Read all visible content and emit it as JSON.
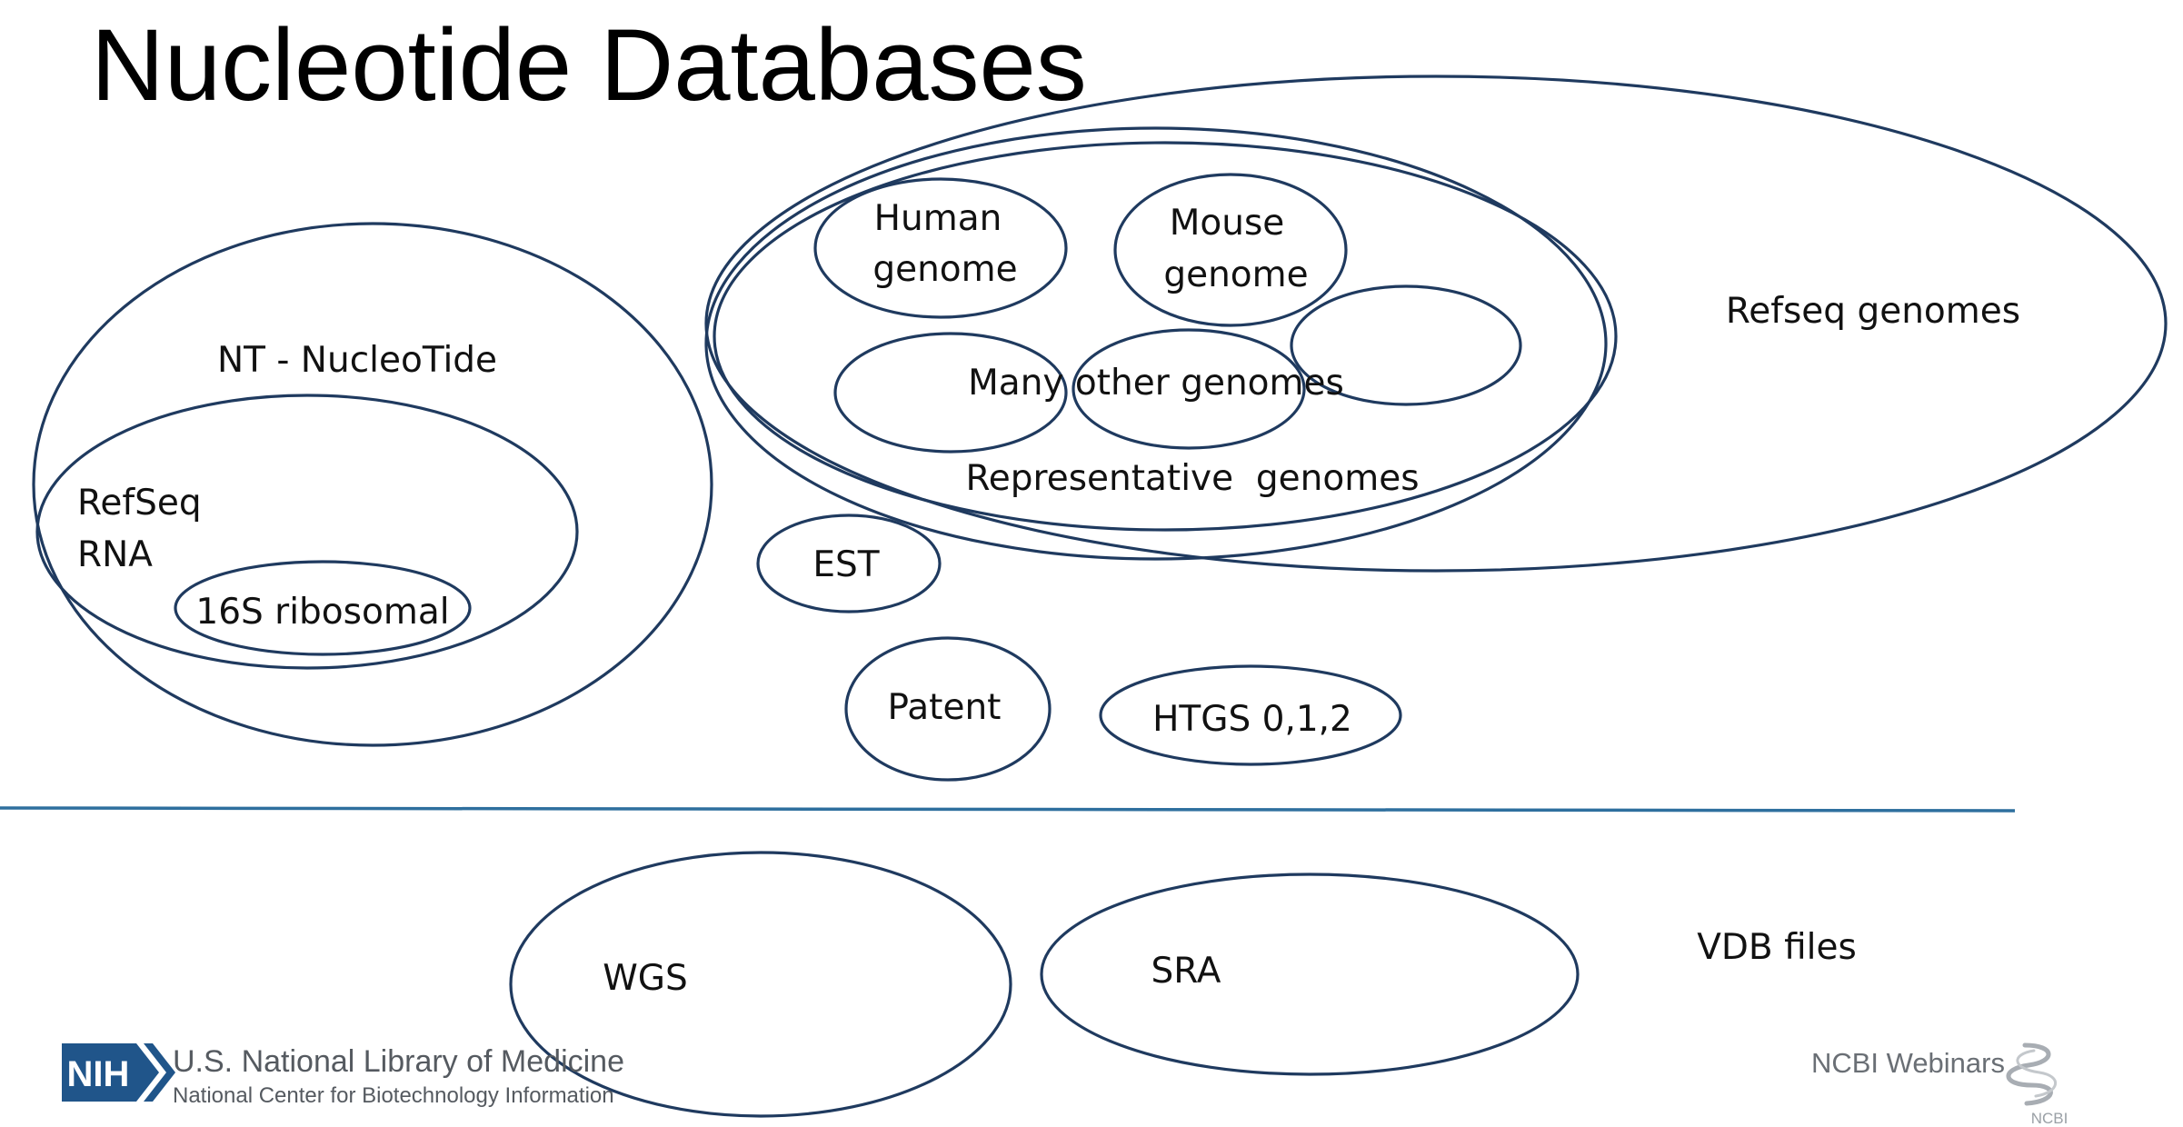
{
  "title": "Nucleotide Databases",
  "labels": {
    "nt": "NT - NucleoTide",
    "refseq_rna_line1": "RefSeq",
    "refseq_rna_line2": "RNA",
    "ribosomal_16s": "16S ribosomal",
    "human_line1": "Human",
    "human_line2": "genome",
    "mouse_line1": "Mouse",
    "mouse_line2": "genome",
    "many_other": "Many other genomes",
    "representative": "Representative  genomes",
    "refseq_genomes": "Refseq genomes",
    "est": "EST",
    "patent": "Patent",
    "htgs": "HTGS 0,1,2",
    "wgs": "WGS",
    "sra": "SRA",
    "vdb_files": "VDB files"
  },
  "footer": {
    "nih_logo_text": "NIH",
    "nlm_line1": "U.S. National Library of Medicine",
    "nlm_line2": "National Center for Biotechnology Information",
    "webinars": "NCBI Webinars",
    "ncbi_mark_text": "NCBI"
  },
  "colors": {
    "ellipse_stroke": "#1f3a5f",
    "divider": "#2e6f9e",
    "nih_blue": "#20558a",
    "footer_gray": "#555a60"
  },
  "icons": {
    "nih_logo": "nih-logo-icon",
    "ncbi_logo": "ncbi-helix-icon"
  }
}
